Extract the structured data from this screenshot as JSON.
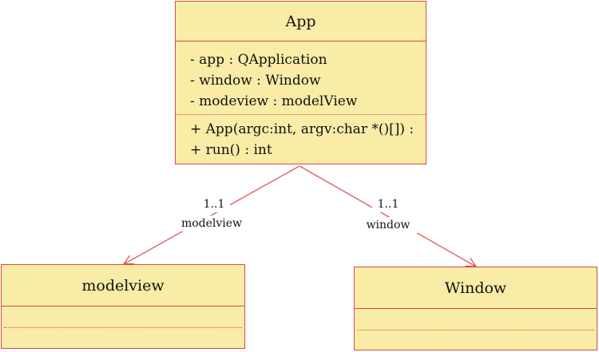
{
  "classes": {
    "app": {
      "name": "App",
      "attributes": [
        "- app : QApplication",
        "- window : Window",
        "- modeview : modelView"
      ],
      "operations": [
        "+ App(argc:int, argv:char *()[]) :",
        "+ run() : int"
      ]
    },
    "modelview": {
      "name": "modelview",
      "attributes": [],
      "operations": []
    },
    "window": {
      "name": "Window",
      "attributes": [],
      "operations": []
    }
  },
  "associations": {
    "to_modelview": {
      "multiplicity": "1..1",
      "role": "modelview"
    },
    "to_window": {
      "multiplicity": "1..1",
      "role": "window"
    }
  },
  "colors": {
    "class_fill": "#f8eca6",
    "class_border": "#d94848",
    "link_line": "#d94848"
  }
}
